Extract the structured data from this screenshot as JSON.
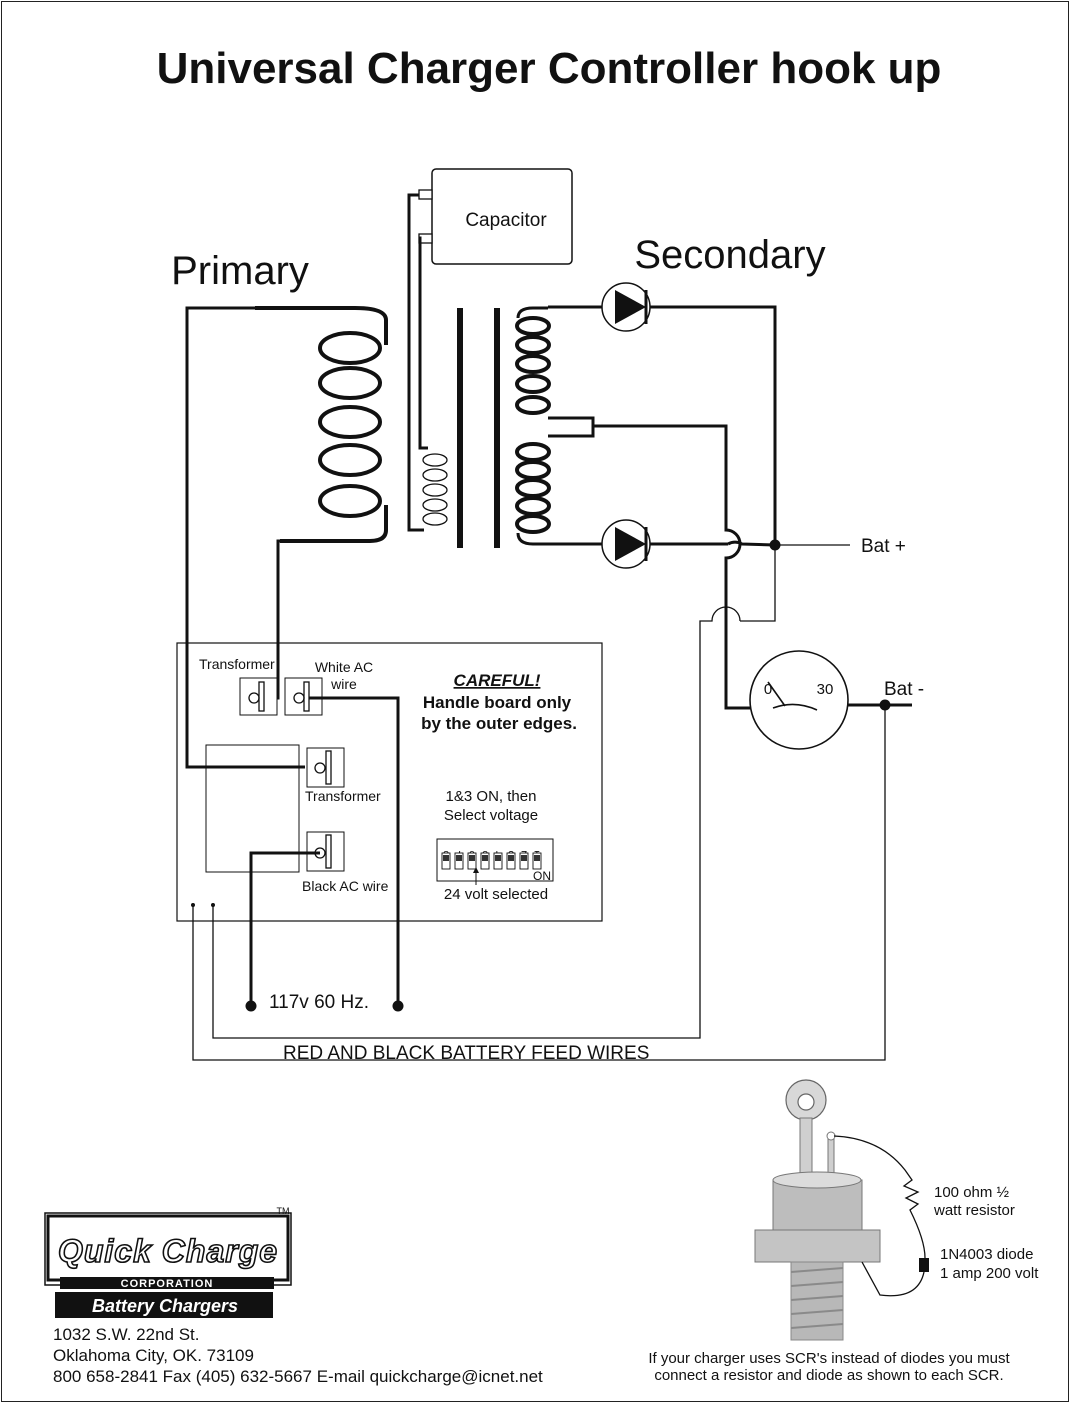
{
  "title": "Universal Charger Controller hook up",
  "labels": {
    "primary": "Primary",
    "secondary": "Secondary",
    "capacitor": "Capacitor",
    "bat_plus": "Bat +",
    "bat_minus": "Bat -",
    "meter_min": "0",
    "meter_max": "30",
    "ac_input": "117v 60 Hz.",
    "feed_wires": "RED AND BLACK BATTERY FEED WIRES"
  },
  "board": {
    "terminal_transformer_top": "Transformer",
    "terminal_white_ac_line1": "White AC",
    "terminal_white_ac_line2": "wire",
    "terminal_transformer_mid": "Transformer",
    "terminal_black_ac": "Black AC wire",
    "careful": "CAREFUL!",
    "careful_line1": "Handle board only",
    "careful_line2": "by the outer edges.",
    "switch_note_line1": "1&3 ON, then",
    "switch_note_line2": "Select voltage",
    "dip_numbers": [
      "8",
      "7",
      "6",
      "5",
      "4",
      "3",
      "2",
      "1"
    ],
    "dip_on": "ON",
    "voltage_selected": "24 volt selected"
  },
  "scr": {
    "resistor_line1": "100 ohm ½",
    "resistor_line2": "watt resistor",
    "diode_line1": "1N4003 diode",
    "diode_line2": "1 amp 200 volt",
    "note_line1": "If your charger uses SCR's instead of diodes you must",
    "note_line2": "connect a resistor and diode as shown to each SCR."
  },
  "company": {
    "logo_line1": "Quick Charge",
    "logo_tm": "TM",
    "logo_corporation": "CORPORATION",
    "logo_tagline": "Battery Chargers",
    "address1": "1032 S.W. 22nd St.",
    "address2": "Oklahoma City, OK. 73109",
    "contact": "800 658-2841  Fax (405) 632-5667  E-mail quickcharge@icnet.net"
  }
}
